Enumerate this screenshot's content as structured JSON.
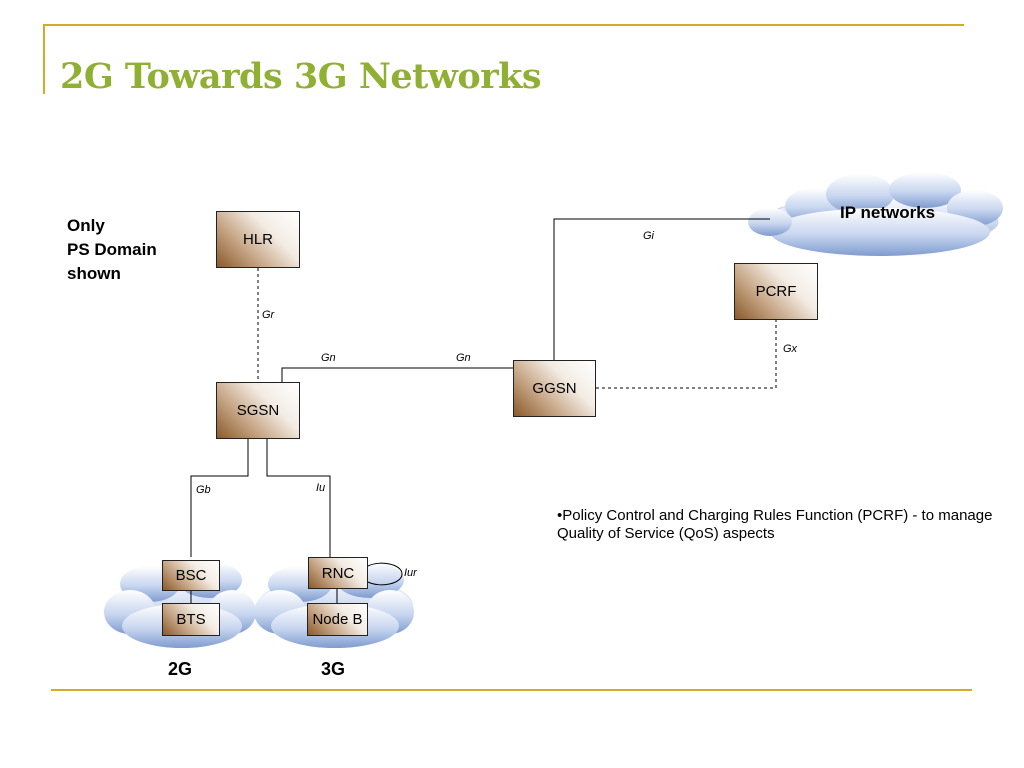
{
  "slide": {
    "title": "2G Towards 3G Networks",
    "note_lines": [
      "Only",
      "PS Domain",
      "shown"
    ],
    "pcrf_note": "•Policy Control and Charging Rules Function (PCRF) - to manage Quality of Service (QoS) aspects"
  },
  "nodes": {
    "hlr": "HLR",
    "sgsn": "SGSN",
    "ggsn": "GGSN",
    "pcrf": "PCRF",
    "bsc": "BSC",
    "bts": "BTS",
    "rnc": "RNC",
    "nodeb": "Node B"
  },
  "interfaces": {
    "gr": "Gr",
    "gn1": "Gn",
    "gn2": "Gn",
    "gi": "Gi",
    "gx": "Gx",
    "gb": "Gb",
    "iu": "Iu",
    "iur": "Iur"
  },
  "clouds": {
    "ip": "IP networks",
    "g2": "2G",
    "g3": "3G"
  },
  "colors": {
    "accent_line": "#d6a92a",
    "title": "#8fb033",
    "node_dark": "#8b5a2b",
    "cloud": "#a9bfe3"
  }
}
